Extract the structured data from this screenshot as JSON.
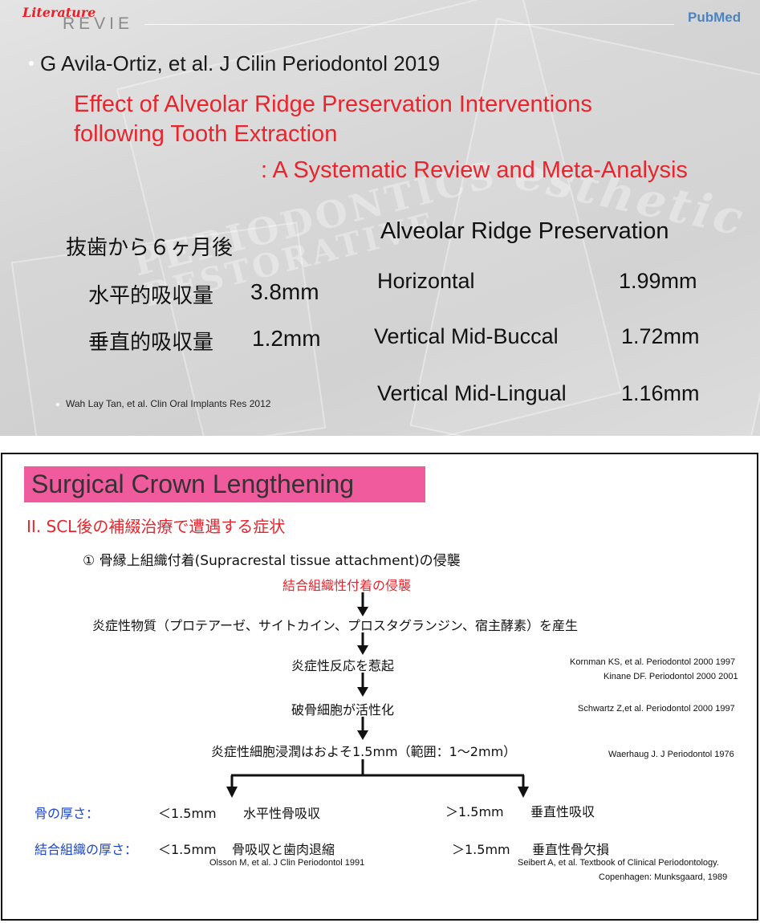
{
  "slide1": {
    "logo_literature": "Literature",
    "logo_review": "REVIE",
    "logo_pubmed_a": "Pub",
    "logo_pubmed_b": "Med",
    "reference": "G Avila-Ortiz, et al. J Cilin Periodontol 2019",
    "title_line1": "Effect of Alveolar Ridge Preservation Interventions",
    "title_line2": "following Tooth Extraction",
    "title_line3": ": A Systematic Review and Meta-Analysis",
    "jp_heading": "抜歯から６ヶ月後",
    "jp_rows": [
      {
        "label": "水平的吸収量",
        "value": "3.8mm"
      },
      {
        "label": "垂直的吸収量",
        "value": "1.2mm"
      }
    ],
    "jp_source": "Wah Lay Tan, et al.  Clin Oral Implants Res 2012",
    "arp_heading": "Alveolar Ridge Preservation",
    "arp_rows": [
      {
        "label": "Horizontal",
        "value": "1.99mm"
      },
      {
        "label": "Vertical Mid-Buccal",
        "value": "1.72mm"
      },
      {
        "label": "Vertical Mid-Lingual",
        "value": "1.16mm"
      }
    ]
  },
  "slide2": {
    "title": "Surgical Crown Lengthening",
    "subheading": "II.  SCL後の補綴治療で遭遇する症状",
    "item": "① 骨縁上組織付着(Supracrestal tissue attachment)の侵襲",
    "flow": {
      "step1": "結合組織性付着の侵襲",
      "step2": "炎症性物質（プロテアーゼ、サイトカイン、プロスタグランジン、宿主酵素）を産生",
      "step3": "炎症性反応を惹起",
      "step4": "破骨細胞が活性化",
      "step5": "炎症性細胞浸潤はおよそ1.5mm（範囲：1〜2mm）"
    },
    "refs": {
      "r1": "Kornman KS, et al. Periodontol 2000 1997",
      "r2": "Kinane DF. Periodontol 2000 2001",
      "r3": "Schwartz Z,et al. Periodontol 2000 1997",
      "r4": "Waerhaug J. J Periodontol 1976",
      "r5": "Olsson M, et al. J Clin Periodontol 1991",
      "r6": "Seibert A, et al. Textbook of Clinical Periodontology.",
      "r7": "Copenhagen: Munksgaard, 1989"
    },
    "bone": {
      "label": "骨の厚さ：",
      "lt": "＜1.5mm",
      "lt_result": "水平性骨吸収",
      "gt": "＞1.5mm",
      "gt_result": "垂直性吸収"
    },
    "connective": {
      "label": "結合組織の厚さ：",
      "lt": "＜1.5mm",
      "lt_result": "骨吸収と歯肉退縮",
      "gt": "＞1.5mm",
      "gt_result": "垂直性骨欠損"
    },
    "colors": {
      "accent_red": "#e8252d",
      "title_pink": "#f05b9e",
      "label_blue": "#1d47c8"
    }
  }
}
